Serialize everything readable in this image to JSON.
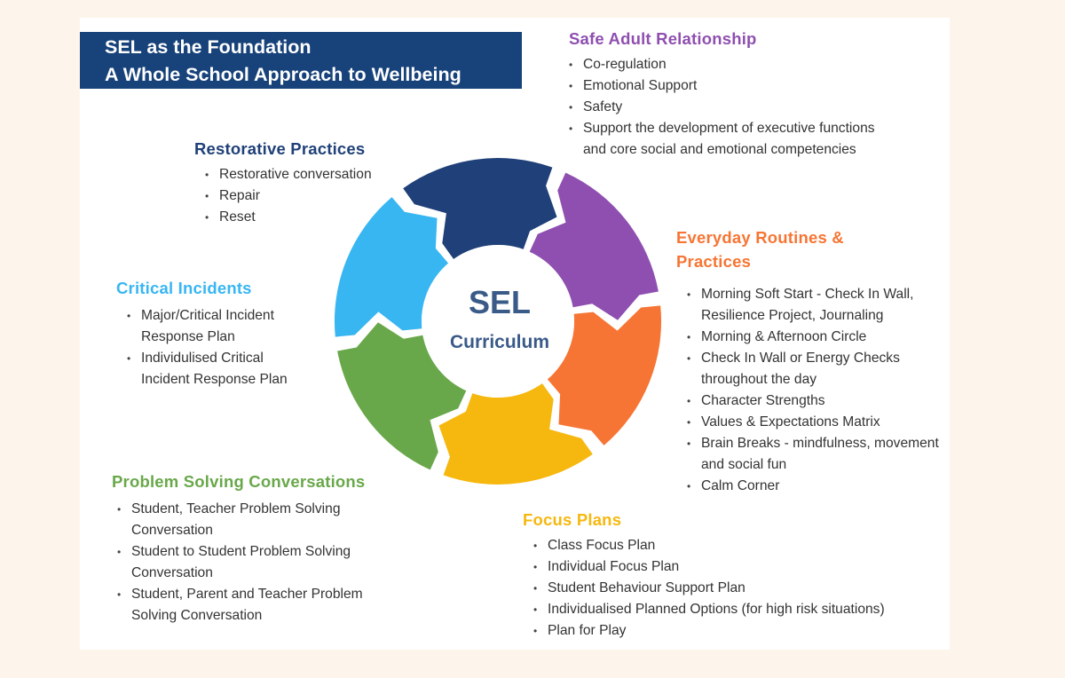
{
  "title": {
    "line1": "SEL as the Foundation",
    "line2": "A Whole School Approach to Wellbeing"
  },
  "center": {
    "line1": "SEL",
    "line2": "Curriculum"
  },
  "colors": {
    "navy": "#1f4078",
    "purple": "#8f4fb0",
    "orange": "#f77534",
    "yellow": "#f6b80f",
    "green": "#69a84a",
    "blue": "#38b6f2",
    "center_text": "#3a5a88"
  },
  "sections": {
    "safe_adult": {
      "heading": "Safe Adult Relationship",
      "items": [
        "Co-regulation",
        "Emotional Support",
        "Safety",
        "Support the development of executive functions and core social and emotional competencies"
      ]
    },
    "restorative": {
      "heading": "Restorative Practices",
      "items": [
        "Restorative conversation",
        "Repair",
        "Reset"
      ]
    },
    "everyday": {
      "heading": "Everyday Routines & Practices",
      "items": [
        "Morning Soft Start - Check In Wall, Resilience Project, Journaling",
        "Morning & Afternoon Circle",
        "Check In Wall or Energy Checks throughout the day",
        "Character Strengths",
        "Values & Expectations Matrix",
        "Brain Breaks - mindfulness, movement and social fun",
        "Calm Corner"
      ]
    },
    "critical": {
      "heading": "Critical Incidents",
      "items": [
        "Major/Critical Incident Response Plan",
        "Individulised Critical Incident Response Plan"
      ]
    },
    "problem": {
      "heading": "Problem Solving Conversations",
      "items": [
        "Student, Teacher Problem Solving Conversation",
        "Student to Student Problem Solving Conversation",
        "Student, Parent and Teacher Problem Solving Conversation"
      ]
    },
    "focus": {
      "heading": "Focus Plans",
      "items": [
        "Class Focus Plan",
        "Individual Focus Plan",
        "Student Behaviour Support Plan",
        "Individualised Planned Options (for high risk situations)",
        "Plan for Play"
      ]
    }
  },
  "cycle_order": [
    "navy",
    "purple",
    "orange",
    "yellow",
    "green",
    "blue"
  ]
}
